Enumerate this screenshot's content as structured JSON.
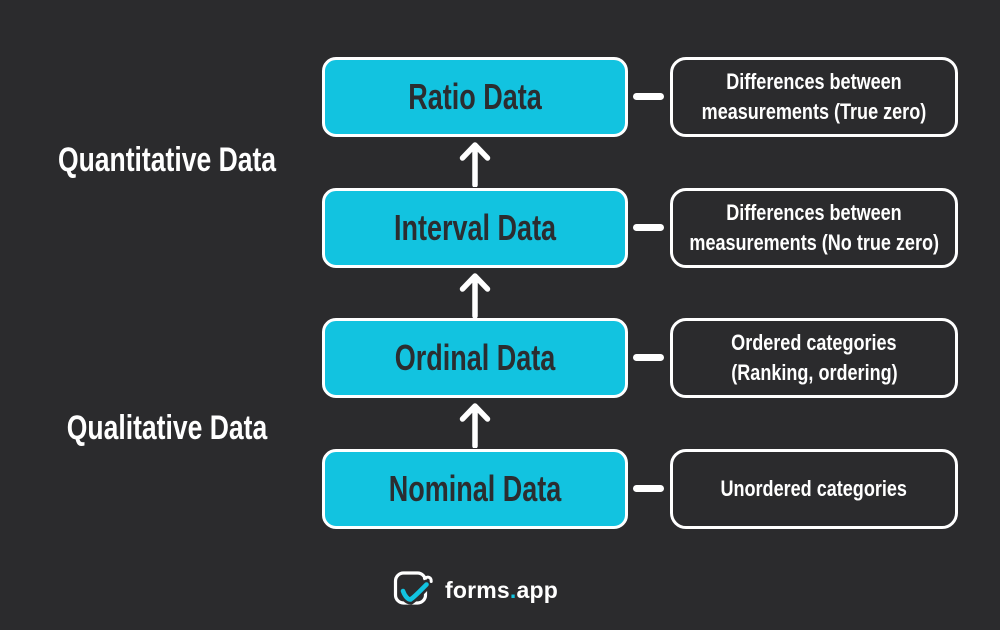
{
  "colors": {
    "bg": "#2b2b2d",
    "accent": "#12c3e0",
    "ink": "#2b2d30",
    "light": "#ffffff"
  },
  "side_labels": [
    {
      "label": "Quantitative Data"
    },
    {
      "label": "Qualitative Data"
    }
  ],
  "levels": [
    {
      "title": "Ratio Data",
      "desc_line1": "Differences between",
      "desc_line2": "measurements (True zero)"
    },
    {
      "title": "Interval Data",
      "desc_line1": "Differences between",
      "desc_line2": "measurements (No true zero)"
    },
    {
      "title": "Ordinal Data",
      "desc_line1": "Ordered categories",
      "desc_line2": "(Ranking, ordering)"
    },
    {
      "title": "Nominal Data",
      "desc_line1": "Unordered categories",
      "desc_line2": ""
    }
  ],
  "logo": {
    "name": "forms",
    "dot": ".",
    "suffix": "app"
  }
}
